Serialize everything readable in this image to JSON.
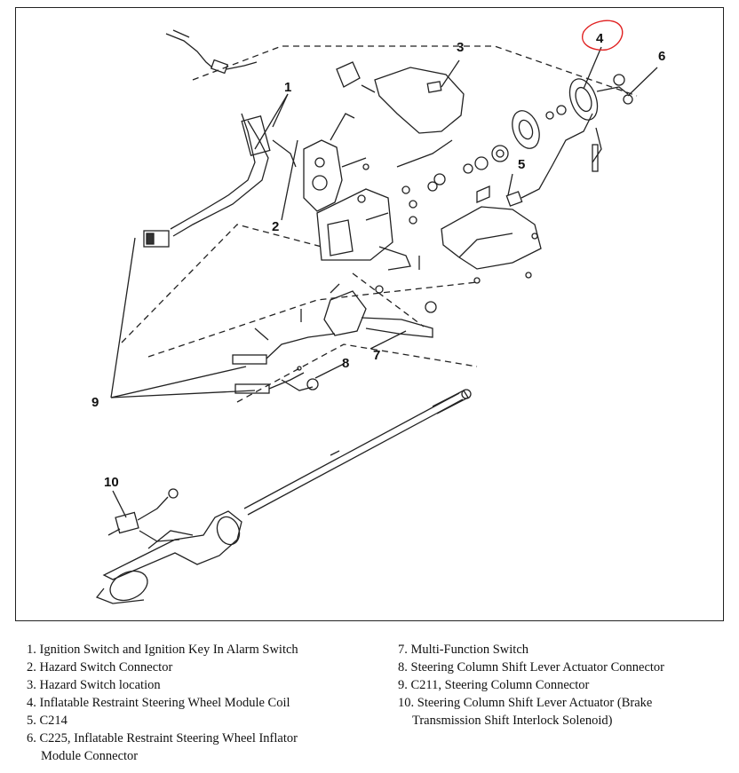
{
  "callouts": [
    "1",
    "2",
    "3",
    "4",
    "5",
    "6",
    "7",
    "8",
    "9",
    "10"
  ],
  "annotation_color": "#e02020",
  "legend_left": [
    {
      "num": "1.",
      "text": "Ignition Switch and Ignition Key In Alarm Switch"
    },
    {
      "num": "2.",
      "text": "Hazard Switch Connector"
    },
    {
      "num": "3.",
      "text": "Hazard Switch location"
    },
    {
      "num": "4.",
      "text": "Inflatable Restraint Steering Wheel Module Coil"
    },
    {
      "num": "5.",
      "text": "C214"
    },
    {
      "num": "6.",
      "text": "C225, Inflatable Restraint Steering Wheel Inflator",
      "cont": "Module Connector"
    }
  ],
  "legend_right": [
    {
      "num": "7.",
      "text": "Multi-Function Switch"
    },
    {
      "num": "8.",
      "text": "Steering Column Shift Lever Actuator Connector"
    },
    {
      "num": "9.",
      "text": "C211, Steering Column Connector"
    },
    {
      "num": "10.",
      "text": "Steering Column Shift Lever Actuator (Brake",
      "cont": "Transmission Shift Interlock Solenoid)"
    }
  ]
}
